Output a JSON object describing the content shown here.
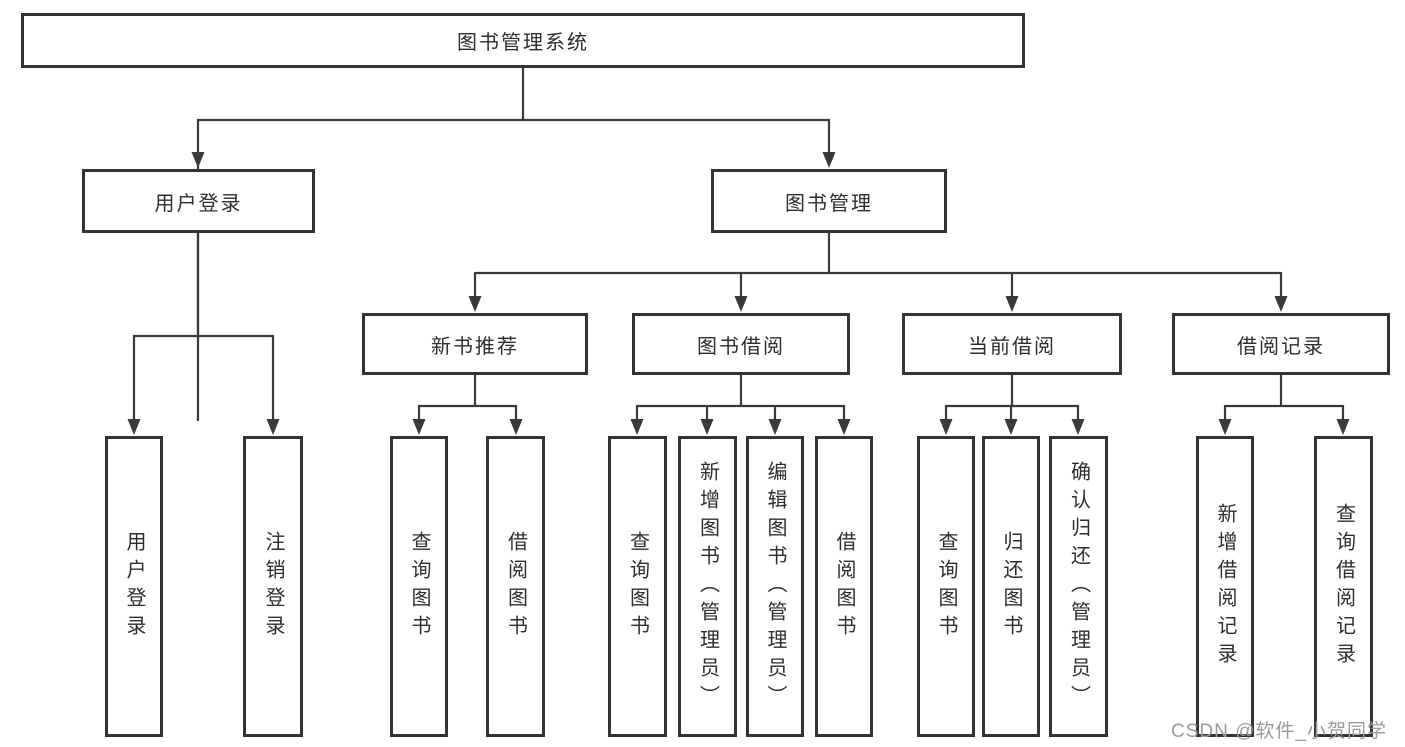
{
  "tree": {
    "root": {
      "label": "图书管理系统"
    },
    "branches": [
      {
        "label": "用户登录",
        "children": [
          {
            "label": "用户登录"
          },
          {
            "label": "注销登录"
          }
        ]
      },
      {
        "label": "图书管理",
        "children": [
          {
            "label": "新书推荐",
            "children": [
              {
                "label": "查询图书"
              },
              {
                "label": "借阅图书"
              }
            ]
          },
          {
            "label": "图书借阅",
            "children": [
              {
                "label": "查询图书"
              },
              {
                "label": "新增图书（管理员）"
              },
              {
                "label": "编辑图书（管理员）"
              },
              {
                "label": "借阅图书"
              }
            ]
          },
          {
            "label": "当前借阅",
            "children": [
              {
                "label": "查询图书"
              },
              {
                "label": "归还图书"
              },
              {
                "label": "确认归还（管理员）"
              }
            ]
          },
          {
            "label": "借阅记录",
            "children": [
              {
                "label": "新增借阅记录"
              },
              {
                "label": "查询借阅记录"
              }
            ]
          }
        ]
      }
    ]
  },
  "watermark": "CSDN @软件_小贺同学",
  "colors": {
    "line": "#3a3a3a",
    "border": "#333333",
    "text": "#2e2e2e",
    "background": "#ffffff",
    "watermark": "#9b9b9b"
  }
}
